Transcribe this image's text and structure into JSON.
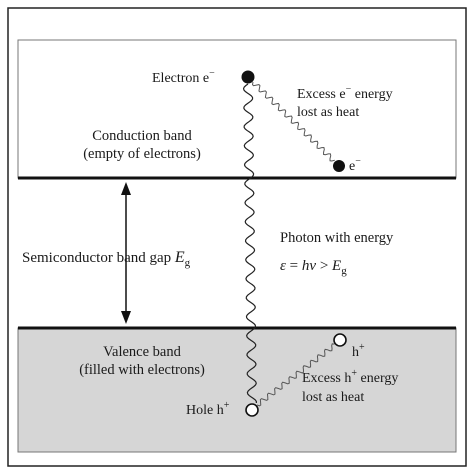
{
  "diagram": {
    "electron_label": "Electron e",
    "electron_superscript": "−",
    "electron_after_label": "e",
    "electron_after_superscript": "−",
    "excess_electron_line1": "Excess e",
    "excess_electron_sup": "−",
    "excess_electron_line1_tail": " energy",
    "excess_electron_line2": "lost as heat",
    "conduction_band_line1": "Conduction band",
    "conduction_band_line2": "(empty of electrons)",
    "band_gap_label": "Semiconductor band gap ",
    "band_gap_symbol": "E",
    "band_gap_subscript": "g",
    "photon_line1": "Photon with energy",
    "photon_eq_epsilon": "ε",
    "photon_eq_mid": " = ",
    "photon_eq_h": "h",
    "photon_eq_nu": "ν",
    "photon_eq_gt": " > ",
    "photon_eq_E": "E",
    "photon_eq_sub": "g",
    "valence_band_line1": "Valence band",
    "valence_band_line2": "(filled with electrons)",
    "hole_after_label": "h",
    "hole_after_superscript": "+",
    "excess_hole_line1": "Excess h",
    "excess_hole_sup": "+",
    "excess_hole_line1_tail": " energy",
    "excess_hole_line2": "lost as heat",
    "hole_label": "Hole h",
    "hole_superscript": "+",
    "colors": {
      "valence_fill": "#d6d6d6",
      "conduction_fill": "#ffffff",
      "line": "#111111"
    }
  }
}
